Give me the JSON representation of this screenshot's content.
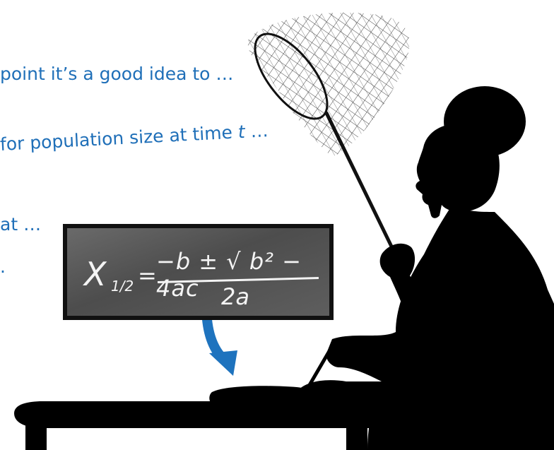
{
  "captions": [
    {
      "text": "point it’s a good idea to …"
    },
    {
      "text": "for population size at time ",
      "var": "t",
      "tail": " …"
    },
    {
      "text": "at …"
    },
    {
      "text": "."
    }
  ],
  "formula": {
    "lhs": "X",
    "lhs_sub": "1/2",
    "equals": "=",
    "numerator": "−b ± √ b² − 4ac",
    "denominator": "2a"
  },
  "colors": {
    "caption_text": "#1f6fb8",
    "arrow": "#1e73be",
    "silhouette": "#000000",
    "chalkboard": "#5a5a5a"
  },
  "icons": [
    "butterfly-net-icon",
    "woman-silhouette-icon",
    "arrow-down-icon",
    "desk-icon"
  ]
}
